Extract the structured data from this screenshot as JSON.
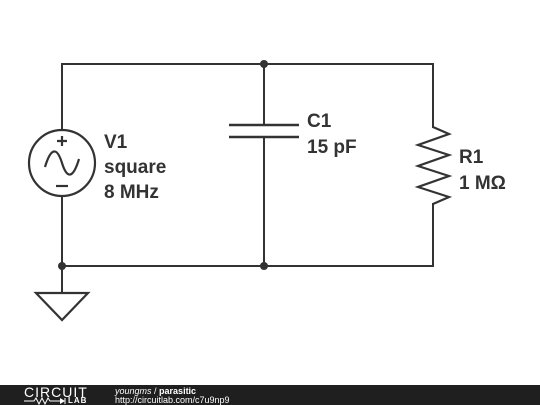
{
  "components": {
    "v1": {
      "name": "V1",
      "type": "square",
      "frequency": "8 MHz"
    },
    "c1": {
      "name": "C1",
      "value": "15 pF"
    },
    "r1": {
      "name": "R1",
      "value": "1 MΩ"
    }
  },
  "footer": {
    "logo_text": "CIRCUIT",
    "logo_sub": "LAB",
    "author": "youngms",
    "separator": " / ",
    "title": "parasitic",
    "url": "http://circuitlab.com/c7u9np9"
  },
  "colors": {
    "wire": "#333333",
    "footer_background": "#1f1f1f"
  }
}
